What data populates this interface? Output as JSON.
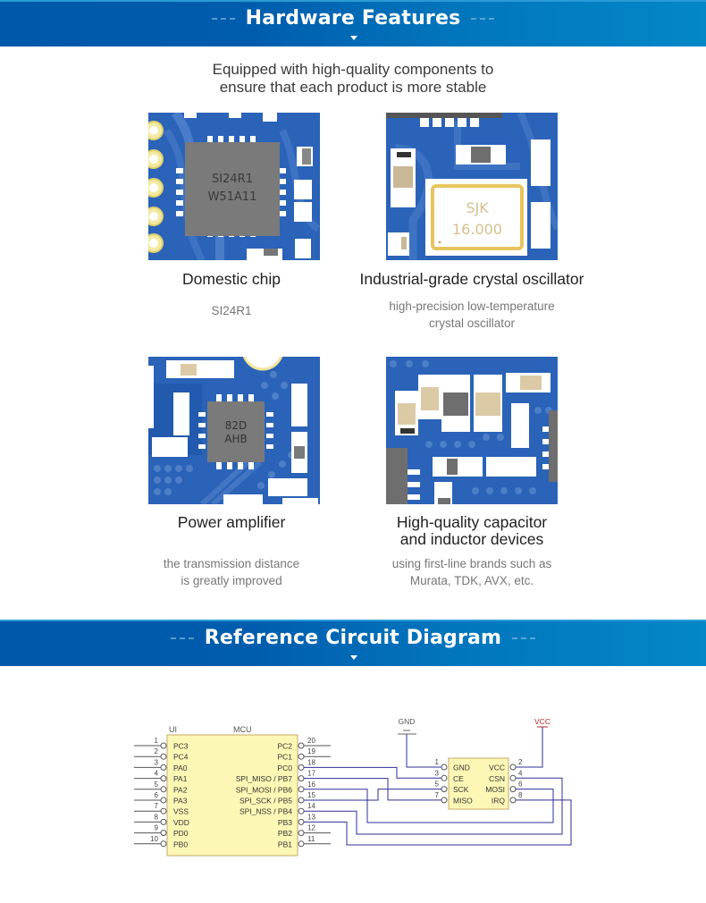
{
  "sections": {
    "hardware": {
      "title": "Hardware Features"
    },
    "circuit": {
      "title": "Reference Circuit Diagram"
    }
  },
  "intro": {
    "line1": "Equipped with high-quality components to",
    "line2": "ensure that each product is more stable"
  },
  "features": [
    {
      "title_lines": [
        "Domestic chip"
      ],
      "desc_lines": [
        "SI24R1"
      ],
      "chip_marking": [
        "SI24R1",
        "W51A11"
      ]
    },
    {
      "title_lines": [
        "Industrial-grade crystal oscillator"
      ],
      "desc_lines": [
        "high-precision low-temperature",
        "crystal oscillator"
      ],
      "chip_marking": [
        "SJK",
        "16.000"
      ]
    },
    {
      "title_lines": [
        "Power amplifier"
      ],
      "desc_lines": [
        "the transmission distance",
        "is greatly improved"
      ],
      "chip_marking": [
        "82D",
        "AHB"
      ]
    },
    {
      "title_lines": [
        "High-quality capacitor",
        "and inductor devices"
      ],
      "desc_lines": [
        "using first-line brands such as",
        "Murata, TDK, AVX, etc."
      ]
    }
  ],
  "circuit": {
    "mcu": {
      "ref": "UI",
      "name": "MCU",
      "left_pins": [
        {
          "num": "1",
          "label": "PC3"
        },
        {
          "num": "2",
          "label": "PC4"
        },
        {
          "num": "3",
          "label": "PA0"
        },
        {
          "num": "4",
          "label": "PA1"
        },
        {
          "num": "5",
          "label": "PA2"
        },
        {
          "num": "6",
          "label": "PA3"
        },
        {
          "num": "7",
          "label": "VSS"
        },
        {
          "num": "8",
          "label": "VDD"
        },
        {
          "num": "9",
          "label": "PD0"
        },
        {
          "num": "10",
          "label": "PB0"
        }
      ],
      "right_pins": [
        {
          "num": "20",
          "label": "PC2"
        },
        {
          "num": "19",
          "label": "PC1"
        },
        {
          "num": "18",
          "label": "PC0"
        },
        {
          "num": "17",
          "label": "SPI_MISO / PB7"
        },
        {
          "num": "16",
          "label": "SPI_MOSI / PB6"
        },
        {
          "num": "15",
          "label": "SPI_SCK / PB5"
        },
        {
          "num": "14",
          "label": "SPI_NSS / PB4"
        },
        {
          "num": "13",
          "label": "PB3"
        },
        {
          "num": "12",
          "label": "PB2"
        },
        {
          "num": "11",
          "label": "PB1"
        }
      ]
    },
    "module": {
      "left_pins": [
        {
          "num": "1",
          "label": "GND"
        },
        {
          "num": "3",
          "label": "CE"
        },
        {
          "num": "5",
          "label": "SCK"
        },
        {
          "num": "7",
          "label": "MISO"
        }
      ],
      "right_pins": [
        {
          "num": "2",
          "label": "VCC"
        },
        {
          "num": "4",
          "label": "CSN"
        },
        {
          "num": "6",
          "label": "MOSI"
        },
        {
          "num": "8",
          "label": "IRQ"
        }
      ]
    },
    "gnd_label": "GND",
    "vcc_label": "VCC",
    "connections": [
      {
        "from": "MCU.18",
        "to": "MOD.3"
      },
      {
        "from": "MCU.17",
        "to": "MOD.7"
      },
      {
        "from": "MCU.16",
        "to": "MOD.6"
      },
      {
        "from": "MCU.15",
        "to": "MOD.5"
      },
      {
        "from": "MCU.14",
        "to": "MOD.4"
      },
      {
        "from": "MCU.13",
        "to": "MOD.8"
      }
    ],
    "colors": {
      "wire": "#2e2f9a",
      "lead": "#555555",
      "body": "#fdf7b5",
      "body_border": "#c9a86a",
      "vcc": "#b5262e"
    }
  },
  "colors": {
    "band_left": "#0058aa",
    "band_right": "#0387c7",
    "pcb": "#2a63b8"
  }
}
